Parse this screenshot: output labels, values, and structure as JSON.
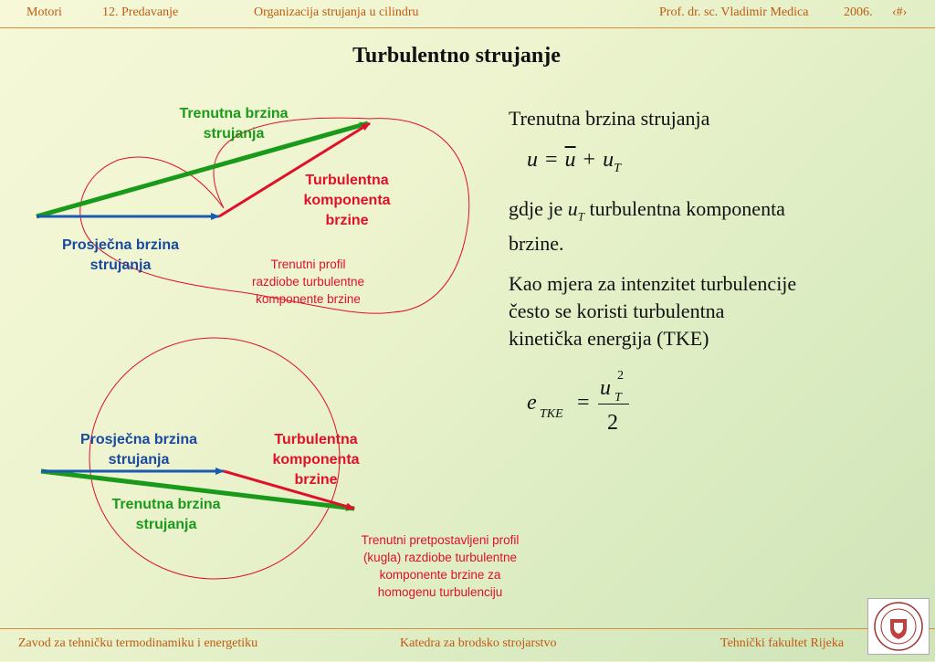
{
  "header": {
    "course": "Motori",
    "lecture": "12. Predavanje",
    "topic": "Organizacija strujanja u cilindru",
    "author": "Prof. dr. sc. Vladimir Medica",
    "year": "2006.",
    "page": "‹#›"
  },
  "title": "Turbulentno strujanje",
  "diagram1": {
    "instant": [
      "Trenutna brzina",
      "strujanja"
    ],
    "turbulent": [
      "Turbulentna",
      "komponenta",
      "brzine"
    ],
    "mean": [
      "Prosječna brzina",
      "strujanja"
    ],
    "profile": [
      "Trenutni profil",
      "razdiobe turbulentne",
      "komponente brzine"
    ]
  },
  "diagram2": {
    "mean": [
      "Prosječna brzina",
      "strujanja"
    ],
    "turbulent": [
      "Turbulentna",
      "komponenta",
      "brzine"
    ],
    "instant": [
      "Trenutna brzina",
      "strujanja"
    ],
    "profile": [
      "Trenutni pretpostavljeni profil",
      "(kugla) razdiobe turbulentne",
      "komponente brzine za",
      "homogenu turbulenciju"
    ]
  },
  "text": {
    "p1": "Trenutna brzina strujanja",
    "p2a": "gdje je ",
    "p2b": " turbulentna komponenta",
    "p2c": "brzine.",
    "p3": [
      "Kao mjera za intenzitet turbulencije",
      "često se koristi turbulentna",
      "kinetička energija (TKE)"
    ]
  },
  "equation1": {
    "lhs": "u",
    "eq": "=",
    "ubar": "u",
    "plus": "+",
    "u": "u",
    "sub": "T"
  },
  "equation2": {
    "e": "e",
    "sub": "TKE",
    "eq": "=",
    "num": "u",
    "numsub": "T",
    "numsup": "2",
    "den": "2"
  },
  "inline_ut": {
    "u": "u",
    "sub": "T"
  },
  "footer": {
    "left": "Zavod za tehničku termodinamiku i energetiku",
    "center": "Katedra za brodsko strojarstvo",
    "right": "Tehnički fakultet Rijeka"
  },
  "colors": {
    "instant": "#1a9a1a",
    "turbulent": "#e0102a",
    "mean": "#1a5ab0",
    "accent": "#c05a10"
  }
}
